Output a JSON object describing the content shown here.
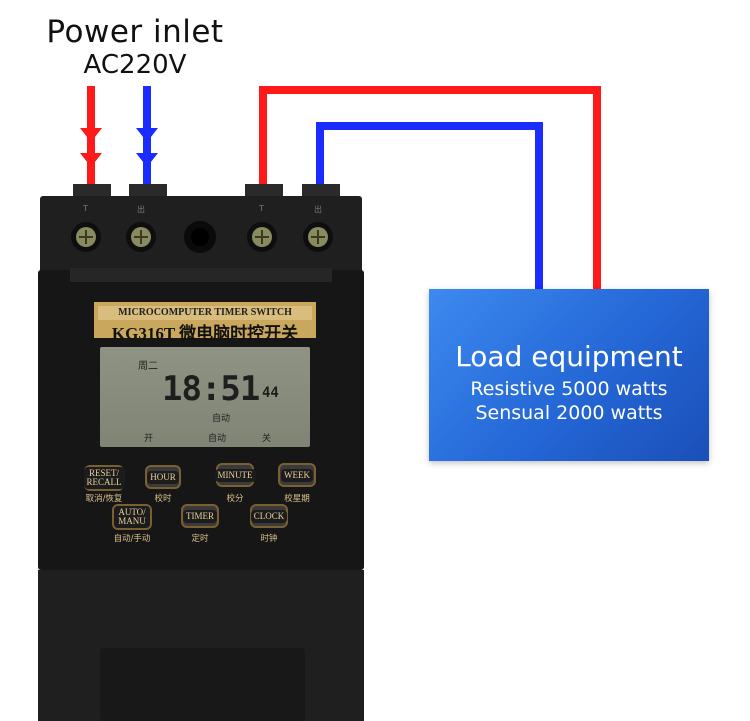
{
  "power": {
    "title": "Power inlet",
    "voltage": "AC220V"
  },
  "load": {
    "title": "Load equipment",
    "line1": "Resistive 5000 watts",
    "line2": "Sensual 2000 watts"
  },
  "device": {
    "top_label": "MICROCOMPUTER TIMER SWITCH",
    "model": "KG316T 微电脑时控开关",
    "terminal_left_a": "T",
    "terminal_left_b": "出",
    "terminal_right_a": "T",
    "terminal_right_b": "出",
    "lcd": {
      "weekday": "周二",
      "time": "18:51",
      "seconds": "44",
      "mode": "自动",
      "state_on": "开",
      "state_auto": "自动",
      "state_off": "关"
    },
    "buttons": [
      {
        "label": "RESET/ RECALL",
        "sub": "取消/恢复"
      },
      {
        "label": "HOUR",
        "sub": "校时"
      },
      {
        "label": "MINUTE",
        "sub": "校分"
      },
      {
        "label": "WEEK",
        "sub": "校星期"
      },
      {
        "label": "AUTO/ MANU",
        "sub": "自动/手动"
      },
      {
        "label": "TIMER",
        "sub": "定时"
      },
      {
        "label": "CLOCK",
        "sub": "时钟"
      }
    ]
  },
  "colors": {
    "live_wire": "#ff1a1a",
    "neutral_wire": "#1a2cff",
    "device_body": "#1e1e1e",
    "load_box": "#2a6fe0"
  }
}
